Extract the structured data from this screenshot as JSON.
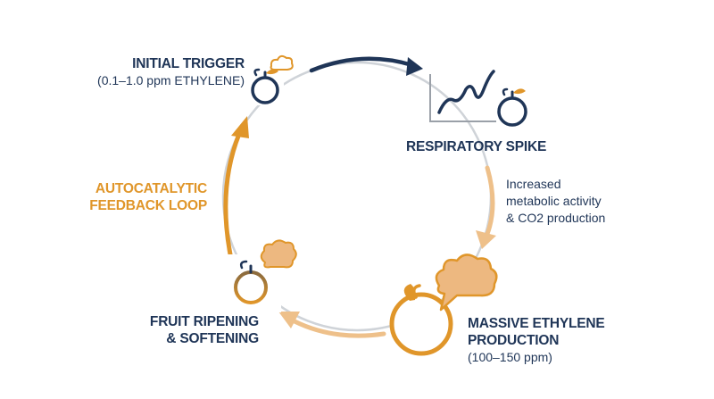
{
  "colors": {
    "navy": "#1f3557",
    "orange": "#e0962a",
    "light_orange": "#eec08a",
    "gray": "#cfd3d8",
    "brown": "#8a6a3e"
  },
  "stages": {
    "initial_trigger": {
      "title": "INITIAL TRIGGER",
      "detail": "(0.1–1.0 ppm ETHYLENE)",
      "icon": "small-fruit-with-gas-puff-icon"
    },
    "respiratory_spike": {
      "title": "RESPIRATORY SPIKE",
      "icon": "respiration-graph-with-fruit-icon"
    },
    "respiration_note": {
      "line1": "Increased",
      "line2": "metabolic activity",
      "line3": "& CO2 production"
    },
    "massive_ethylene": {
      "title_line1": "MASSIVE ETHYLENE",
      "title_line2": "PRODUCTION",
      "detail": "(100–150 ppm)",
      "icon": "large-fruit-with-gas-cloud-icon"
    },
    "fruit_ripening": {
      "title_line1": "FRUIT RIPENING",
      "title_line2": "& SOFTENING",
      "icon": "ripening-fruit-with-gas-cloud-icon"
    },
    "feedback_loop": {
      "title_line1": "AUTOCATALYTIC",
      "title_line2": "FEEDBACK LOOP"
    }
  }
}
